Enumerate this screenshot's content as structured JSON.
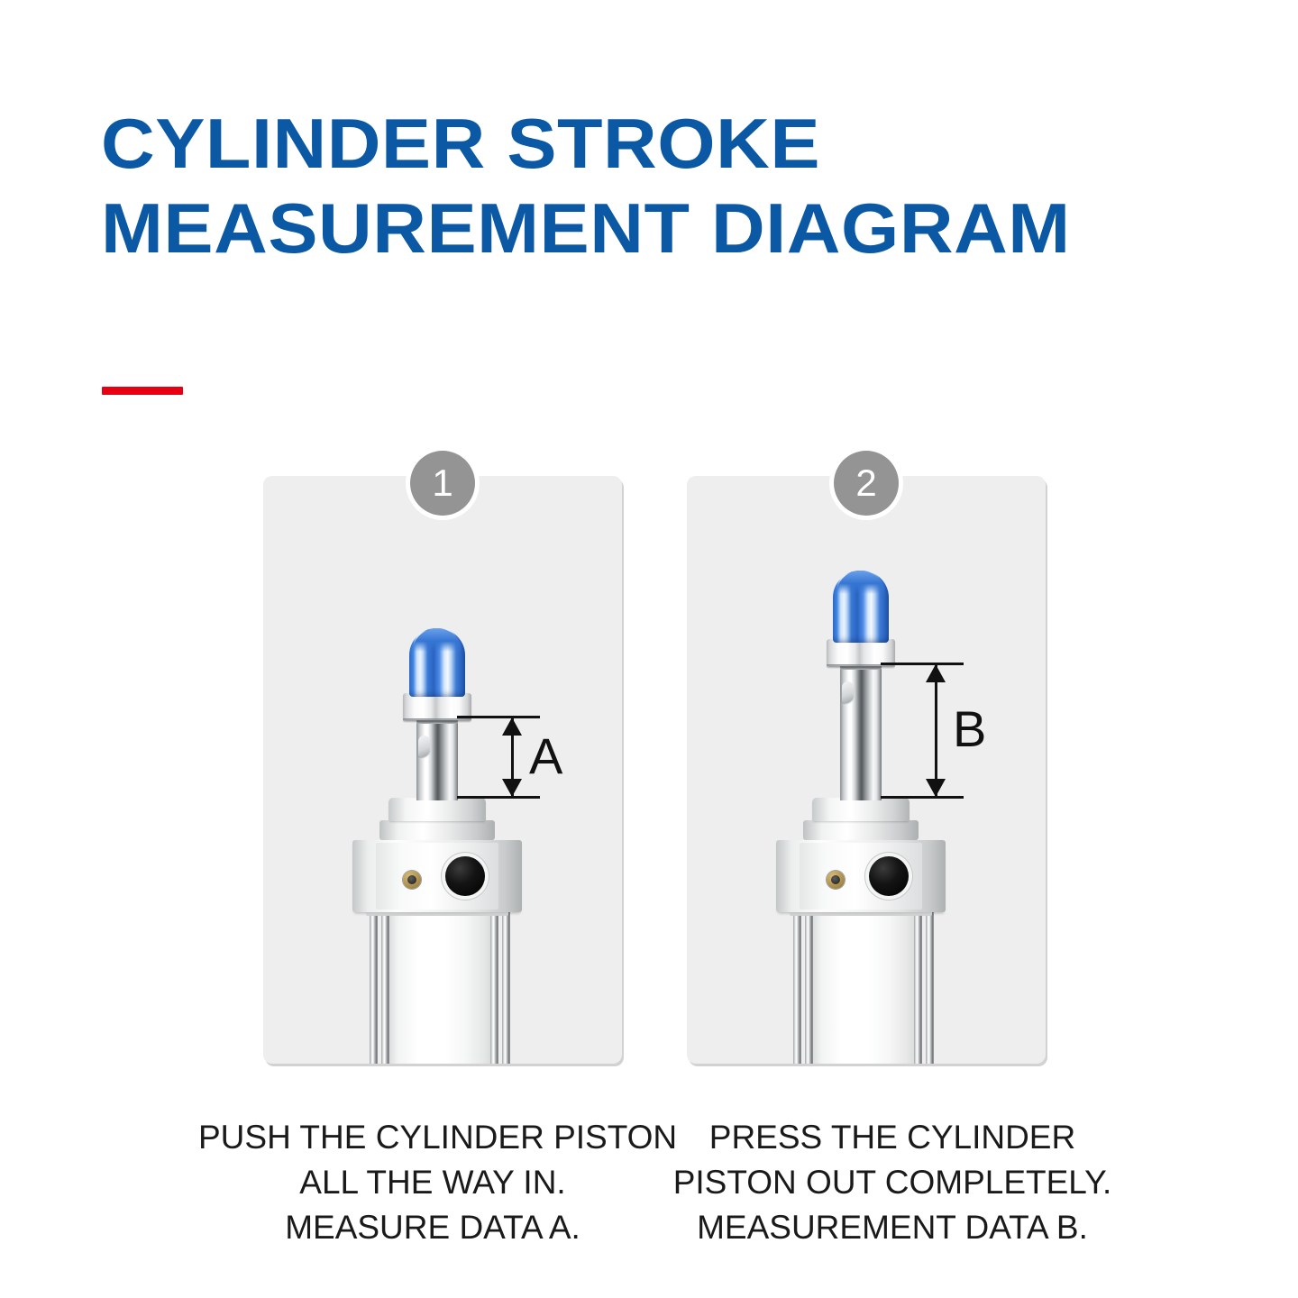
{
  "header": {
    "title_lines": [
      "CYLINDER STROKE",
      "MEASUREMENT DIAGRAM"
    ],
    "title_color": "#0b59a5",
    "divider_color": "#e60012"
  },
  "panels": [
    {
      "badge": "1",
      "dimension_label": "A",
      "caption_lines": [
        "PUSH THE CYLINDER PISTON",
        "ALL THE WAY IN.",
        "MEASURE DATA A."
      ]
    },
    {
      "badge": "2",
      "dimension_label": "B",
      "caption_lines": [
        "PRESS THE CYLINDER",
        "PISTON OUT COMPLETELY.",
        "MEASUREMENT DATA B."
      ]
    }
  ],
  "colors": {
    "panel_background": "#eeeeee",
    "badge_background": "#949494",
    "cap_blue": "#2a6fd8",
    "annotation_black": "#111111",
    "page_background": "#ffffff"
  }
}
